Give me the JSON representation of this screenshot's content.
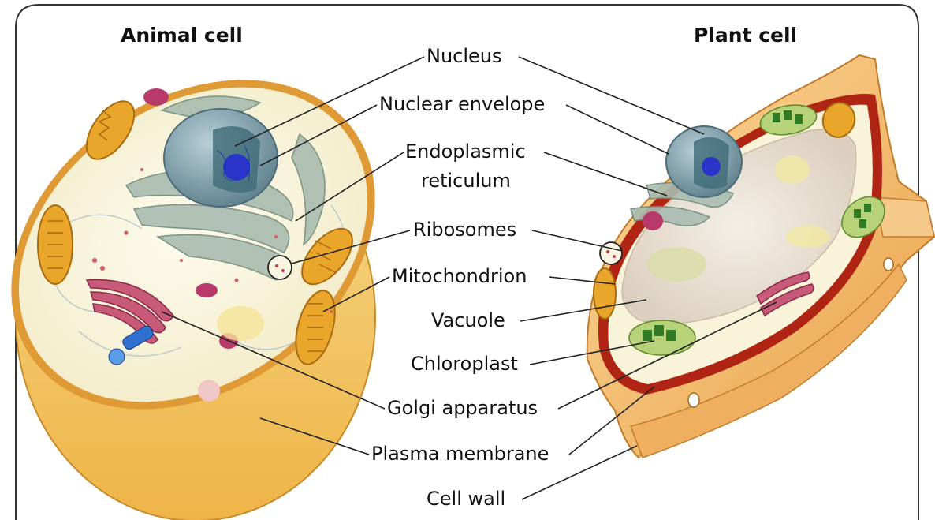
{
  "titles": {
    "animal": "Animal cell",
    "plant": "Plant cell"
  },
  "labels": {
    "nucleus": "Nucleus",
    "nuclear_envelope": "Nuclear envelope",
    "er_line1": "Endoplasmic",
    "er_line2": "reticulum",
    "ribosomes": "Ribosomes",
    "mitochondrion": "Mitochondrion",
    "vacuole": "Vacuole",
    "chloroplast": "Chloroplast",
    "golgi": "Golgi apparatus",
    "plasma_membrane": "Plasma membrane",
    "cell_wall": "Cell wall"
  },
  "colors": {
    "cytoplasm": "#f8f3d9",
    "cell_outer": "#f2c157",
    "membrane": "#d18a1f",
    "nucleus": "#7fa0ad",
    "nucleolus": "#2b34c8",
    "er": "#8fa89c",
    "mitochondrion": "#e8a52a",
    "golgi": "#c85a79",
    "vacuole": "#e9ded2",
    "chloroplast": "#3d8a2c",
    "cell_wall": "#f4ba6a",
    "plant_membrane": "#b02414",
    "frame": "#333333"
  }
}
